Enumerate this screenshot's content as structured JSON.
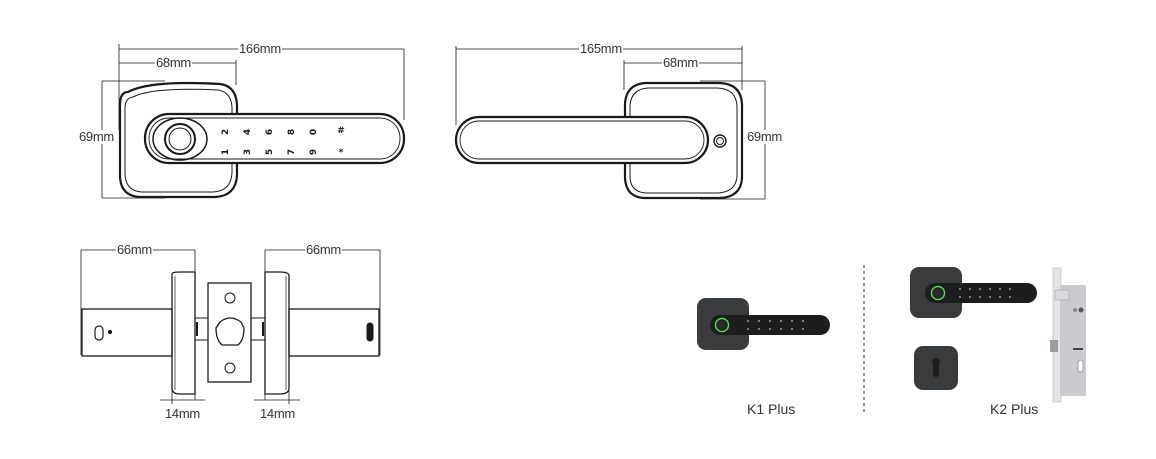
{
  "diagram": {
    "front_view": {
      "dims": {
        "overall_width": "166mm",
        "rose_width": "68mm",
        "height": "69mm"
      },
      "keypad": {
        "top_row": [
          "2",
          "4",
          "6",
          "8",
          "0",
          "#"
        ],
        "bottom_row": [
          "1",
          "3",
          "5",
          "7",
          "9",
          "*"
        ]
      },
      "fingerprint_sensor": "fingerprint-icon"
    },
    "rear_view": {
      "dims": {
        "overall_width": "165mm",
        "rose_width": "68mm",
        "height": "69mm"
      }
    },
    "side_view": {
      "dims": {
        "left_depth": "66mm",
        "right_depth": "66mm",
        "left_rose": "14mm",
        "right_rose": "14mm"
      }
    },
    "products": [
      {
        "name": "K1 Plus",
        "components": [
          "lever handle with fingerprint and keypad"
        ]
      },
      {
        "name": "K2 Plus",
        "components": [
          "lever handle with fingerprint and keypad",
          "cylinder escutcheon",
          "mortise lock body"
        ]
      }
    ],
    "colors": {
      "line": "#1a1a1a",
      "product_body": "#3a3b3d",
      "handle": "#1c1d1f",
      "fingerprint_ring": "#5fd35a",
      "mortise": "#c9cbce"
    }
  }
}
